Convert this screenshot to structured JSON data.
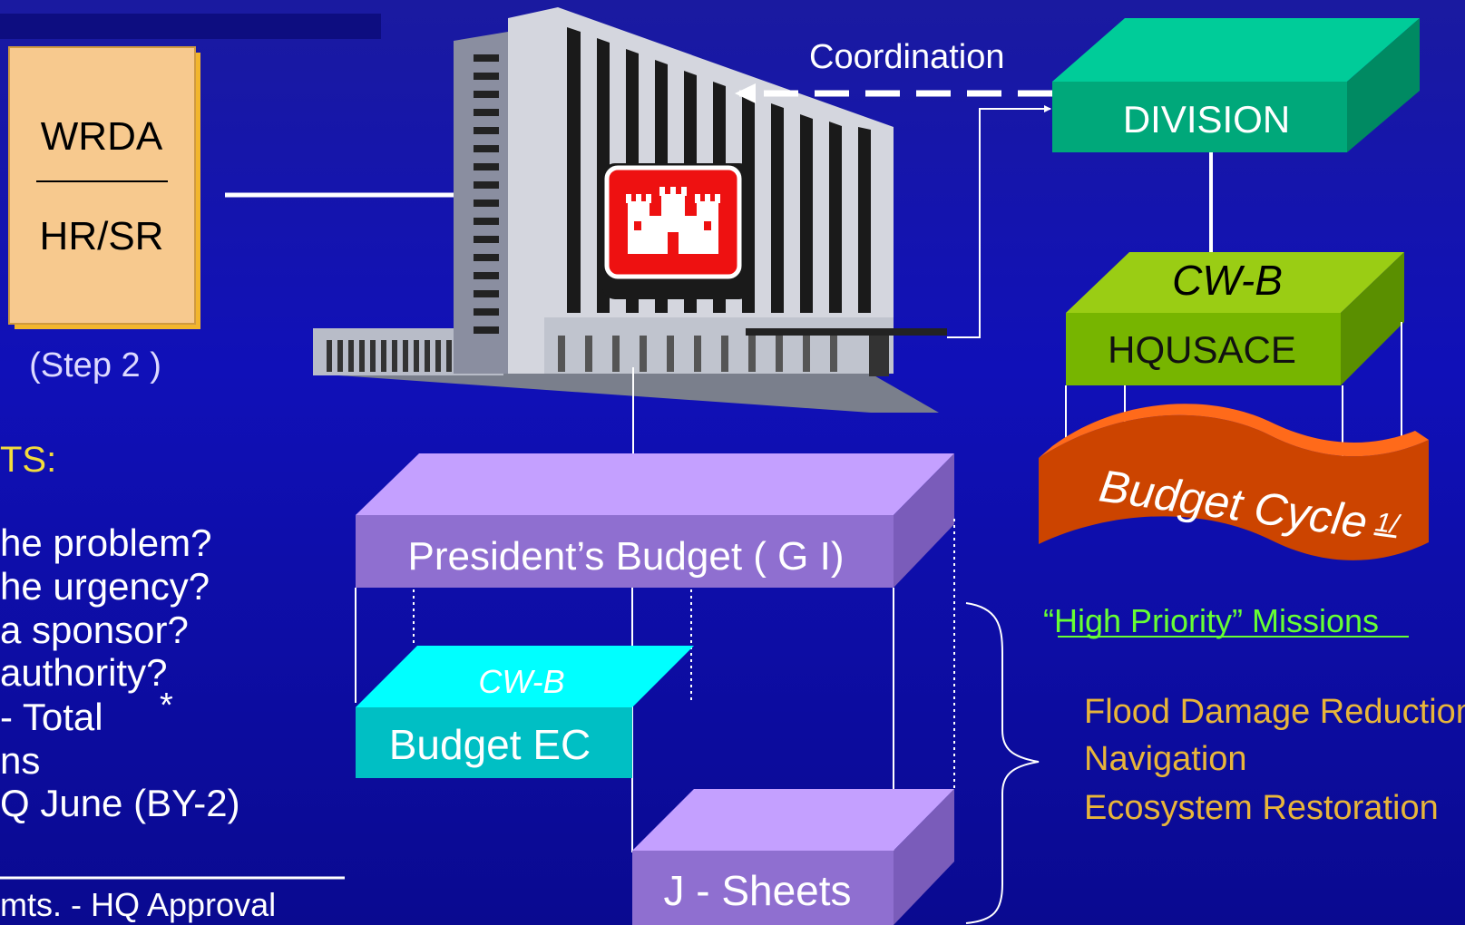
{
  "left_box": {
    "top": "WRDA",
    "bottom": "HR/SR",
    "step": "(Step 2 )"
  },
  "left_heading": "TS:",
  "left_list": [
    "he problem?",
    "he urgency?",
    "a sponsor?",
    "authority?",
    "- Total",
    "ns",
    "Q June (BY-2)"
  ],
  "left_asterisk": "*",
  "left_footnote": "mts. - HQ Approval",
  "coordination": "Coordination",
  "division": "DIVISION",
  "cwb_top": "CW-B",
  "hqusace": "HQUSACE",
  "budget_cycle": "Budget Cycle",
  "budget_cycle_note": "1/",
  "presidents_budget": "President’s Budget ( G I)",
  "cwb_small": "CW-B",
  "budget_ec": "Budget EC",
  "j_sheets": "J - Sheets",
  "high_priority": "“High Priority” Missions",
  "missions": [
    "Flood Damage Reduction",
    "Navigation",
    "Ecosystem Restoration"
  ],
  "colors": {
    "division_front": "#00a87a",
    "division_top": "#00cc99",
    "division_side": "#008a62",
    "hq_front": "#77b500",
    "hq_top": "#9acd14",
    "hq_side": "#5a8f00",
    "budget_front": "#8f6fd0",
    "budget_top": "#c4a0ff",
    "budget_side": "#7a5cba",
    "ec_front": "#00bfc4",
    "ec_top": "#00ffff",
    "cycle": "#cc4400",
    "mission_text": "#e8b53a",
    "priority_text": "#66ff33",
    "left_yellow": "#f2dc3c"
  },
  "icons": [
    "building-icon",
    "castle-logo-icon"
  ]
}
